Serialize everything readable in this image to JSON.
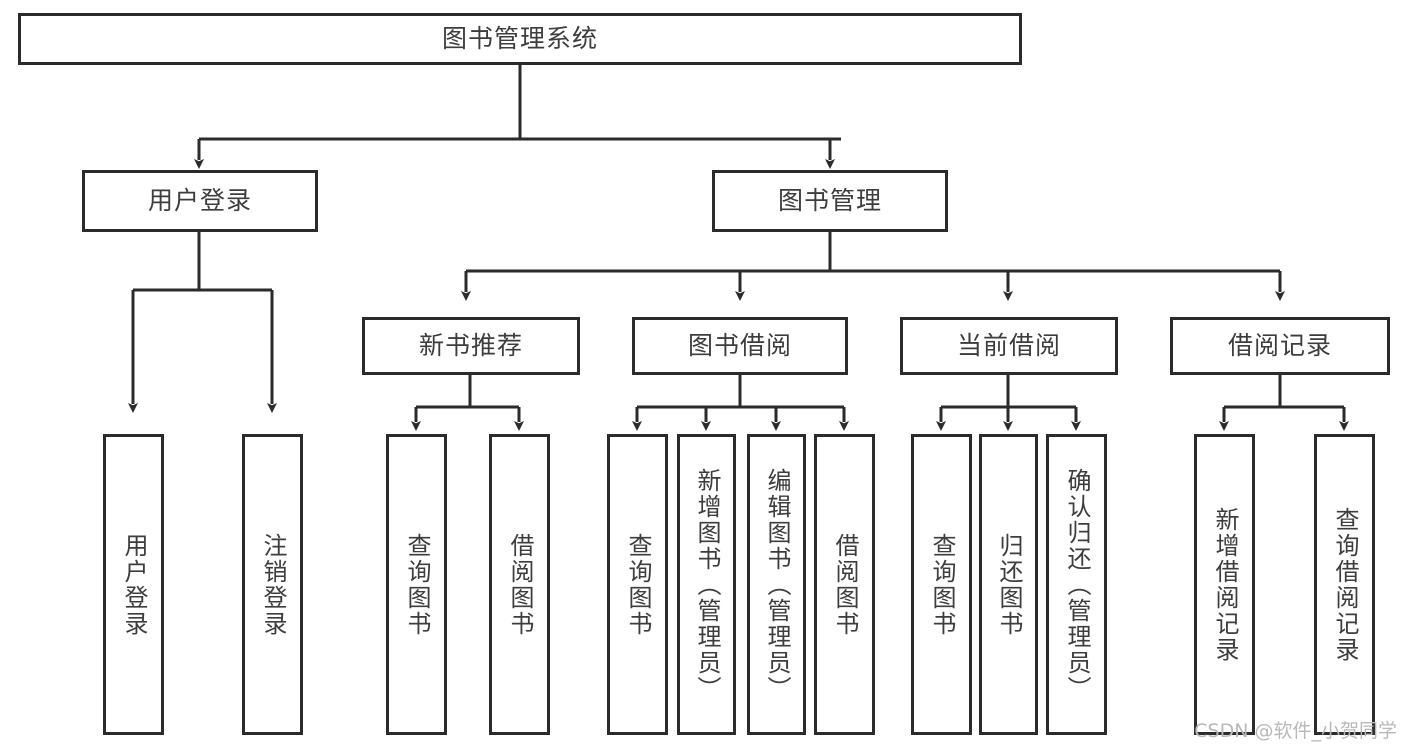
{
  "diagram": {
    "type": "tree-hierarchy",
    "title": "图书管理系统",
    "colors": {
      "box_border": "#2b2b2b",
      "box_fill": "#ffffff",
      "text": "#3d3d3d",
      "connector": "#2b2b2b",
      "watermark": "#b9b9b9",
      "background": "#ffffff"
    },
    "root": {
      "label": "图书管理系统"
    },
    "level2": [
      {
        "label": "用户登录"
      },
      {
        "label": "图书管理"
      }
    ],
    "level3": [
      {
        "label": "新书推荐"
      },
      {
        "label": "图书借阅"
      },
      {
        "label": "当前借阅"
      },
      {
        "label": "借阅记录"
      }
    ],
    "leaves": {
      "user_login": [
        {
          "label": "用户登录"
        },
        {
          "label": "注销登录"
        }
      ],
      "new_book_recommend": [
        {
          "label": "查询图书"
        },
        {
          "label": "借阅图书"
        }
      ],
      "book_borrow": [
        {
          "label": "查询图书"
        },
        {
          "label": "新增图书（管理员）"
        },
        {
          "label": "编辑图书（管理员）"
        },
        {
          "label": "借阅图书"
        }
      ],
      "current_borrow": [
        {
          "label": "查询图书"
        },
        {
          "label": "归还图书"
        },
        {
          "label": "确认归还（管理员）"
        }
      ],
      "borrow_record": [
        {
          "label": "新增借阅记录"
        },
        {
          "label": "查询借阅记录"
        }
      ]
    },
    "watermark": "CSDN @软件_小贺同学"
  }
}
